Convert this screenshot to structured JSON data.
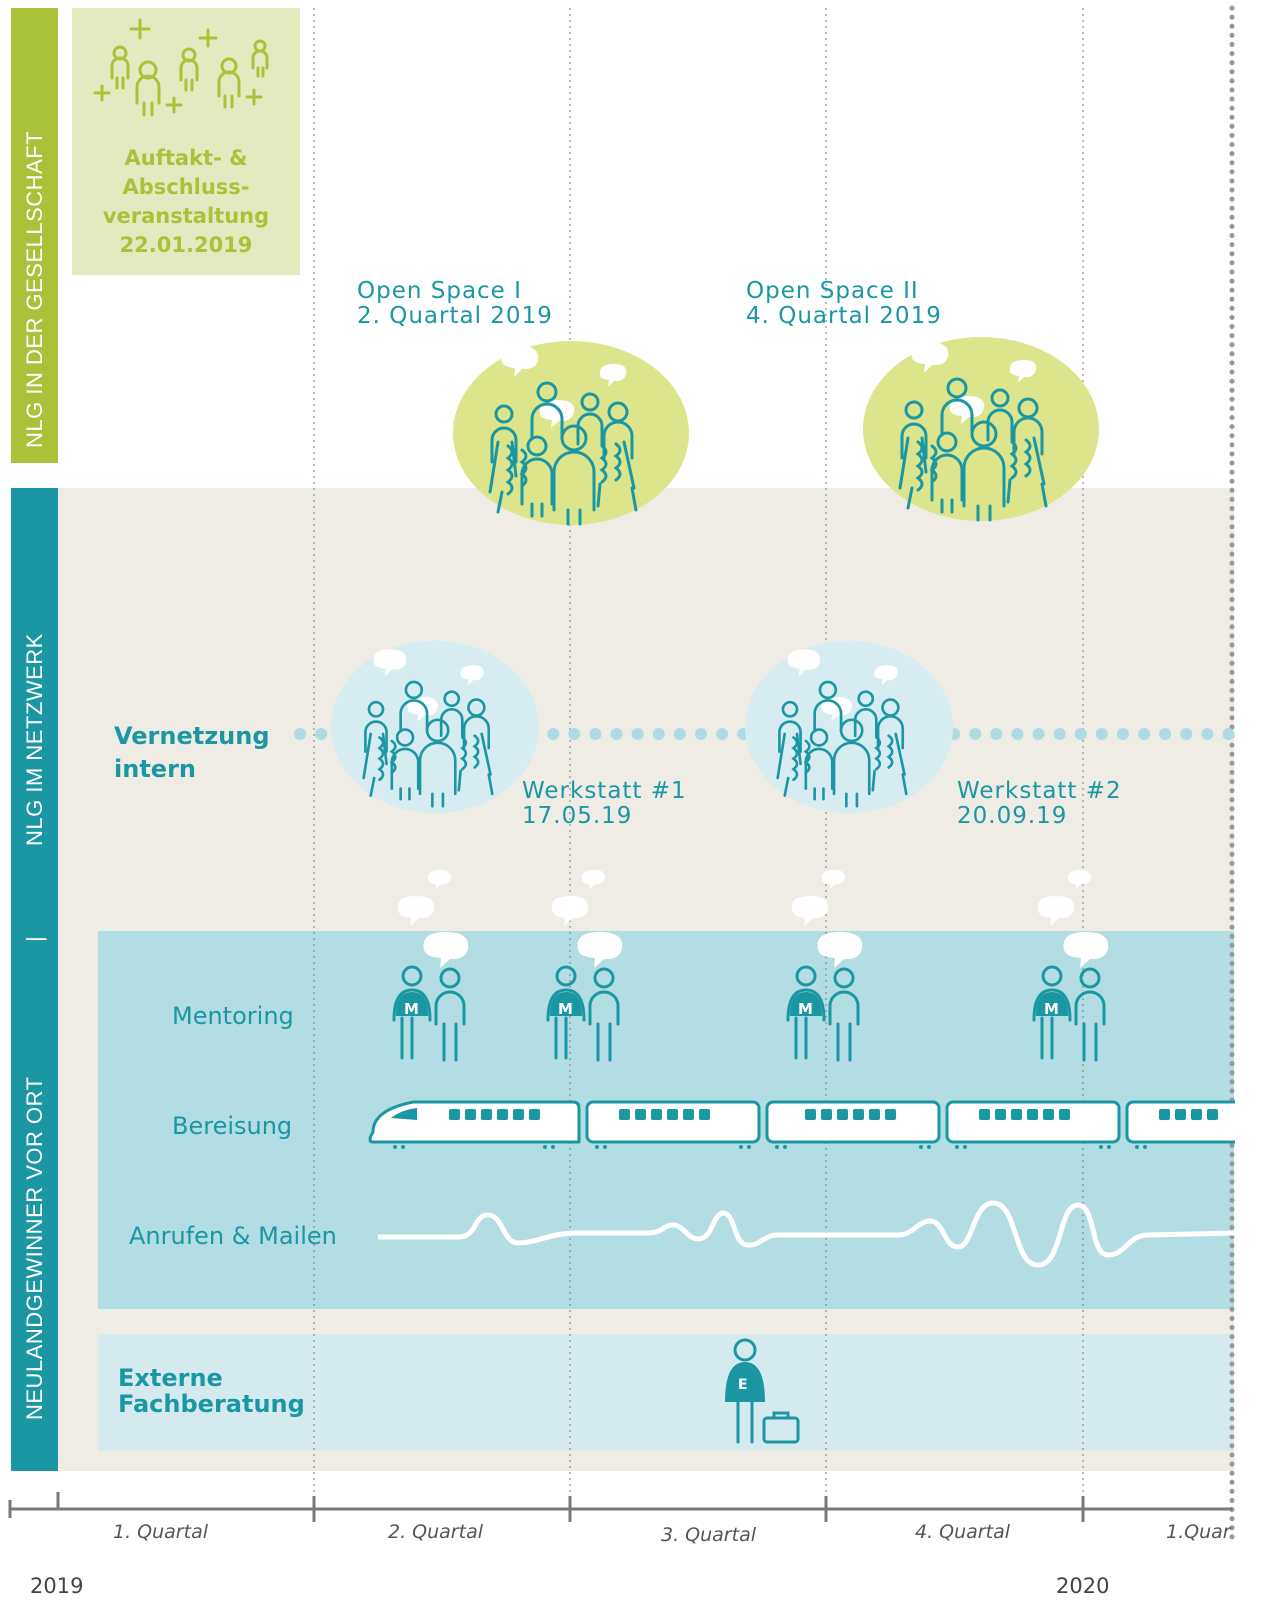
{
  "sections": {
    "society": "NLG IN DER GESELLSCHAFT",
    "network": "NLG IM NETZWERK",
    "local": "NEULANDGEWINNER VOR ORT",
    "divider": "|"
  },
  "kickoff": {
    "line1": "Auftakt- &",
    "line2": "Abschluss-",
    "line3": "veranstaltung",
    "line4": "22.01.2019"
  },
  "open_space_1": {
    "title": "Open Space I",
    "date": "2. Quartal 2019"
  },
  "open_space_2": {
    "title": "Open Space II",
    "date": "4. Quartal 2019"
  },
  "vernetzung": {
    "line1": "Vernetzung",
    "line2": "intern"
  },
  "werkstatt_1": {
    "title": "Werkstatt #1",
    "date": "17.05.19"
  },
  "werkstatt_2": {
    "title": "Werkstatt #2",
    "date": "20.09.19"
  },
  "rows": {
    "mentoring": "Mentoring",
    "bereisung": "Bereisung",
    "anrufen": "Anrufen & Mailen"
  },
  "externe": {
    "line1": "Externe",
    "line2": "Fachberatung"
  },
  "icons": {
    "mentor_badge": "M",
    "expert_badge": "E"
  },
  "timeline": {
    "quarters": [
      "1. Quartal",
      "2. Quartal",
      "3. Quartal",
      "4. Quartal",
      "1.Quar"
    ],
    "year_start": "2019",
    "year_end": "2020"
  },
  "colors": {
    "green_dark": "#a9c23a",
    "green_light": "#dde58c",
    "green_box": "#e4eac0",
    "teal": "#1b97a3",
    "beige": "#efece6",
    "teal_band": "#b2dde3",
    "light_blue": "#d4eaef",
    "bubble_blue": "#d6ecf1"
  }
}
